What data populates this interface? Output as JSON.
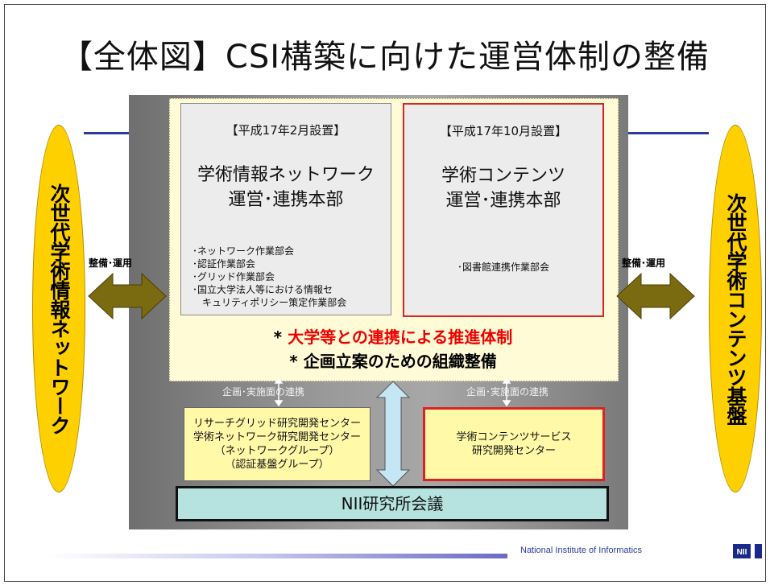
{
  "title": "【全体図】CSI構築に向けた運営体制の整備",
  "left_panel": {
    "established": "【平成17年2月設置】",
    "hq_line1": "学術情報ネットワーク",
    "hq_line2": "運営･連携本部",
    "subcommittees": [
      "･ネットワーク作業部会",
      "･認証作業部会",
      "･グリッド作業部会",
      "･国立大学法人等における情報セ",
      "　キュリティポリシー策定作業部会"
    ]
  },
  "right_panel": {
    "established": "【平成17年10月設置】",
    "hq_line1": "学術コンテンツ",
    "hq_line2": "運営･連携本部",
    "subcommittees": [
      "･図書館連携作業部会"
    ]
  },
  "points": {
    "star": "*",
    "point1": "大学等との連携による推進体制",
    "point2": "企画立案のための組織整備"
  },
  "cooperation_label": "企画･実施面の連携",
  "left_center_box": [
    "リサーチグリッド研究開発センター",
    "学術ネットワーク研究開発センター",
    "（ネットワークグループ）",
    "（認証基盤グループ）"
  ],
  "right_center_box": [
    "学術コンテンツサービス",
    "研究開発センター"
  ],
  "nii_council": "NII研究所会議",
  "left_ellipse": "次世代学術情報ネットワーク",
  "right_ellipse": "次世代学術コンテンツ基盤",
  "arrow_label": "整備･運用",
  "footer": "National Institute of Informatics",
  "logo_text": "NII",
  "colors": {
    "accent_blue": "#2c3aa0",
    "emphasis_red": "#e00000",
    "ellipse_yellow": "#ffd000",
    "arrow_olive": "#7a6a10",
    "council_teal": "#b6e3e0"
  }
}
